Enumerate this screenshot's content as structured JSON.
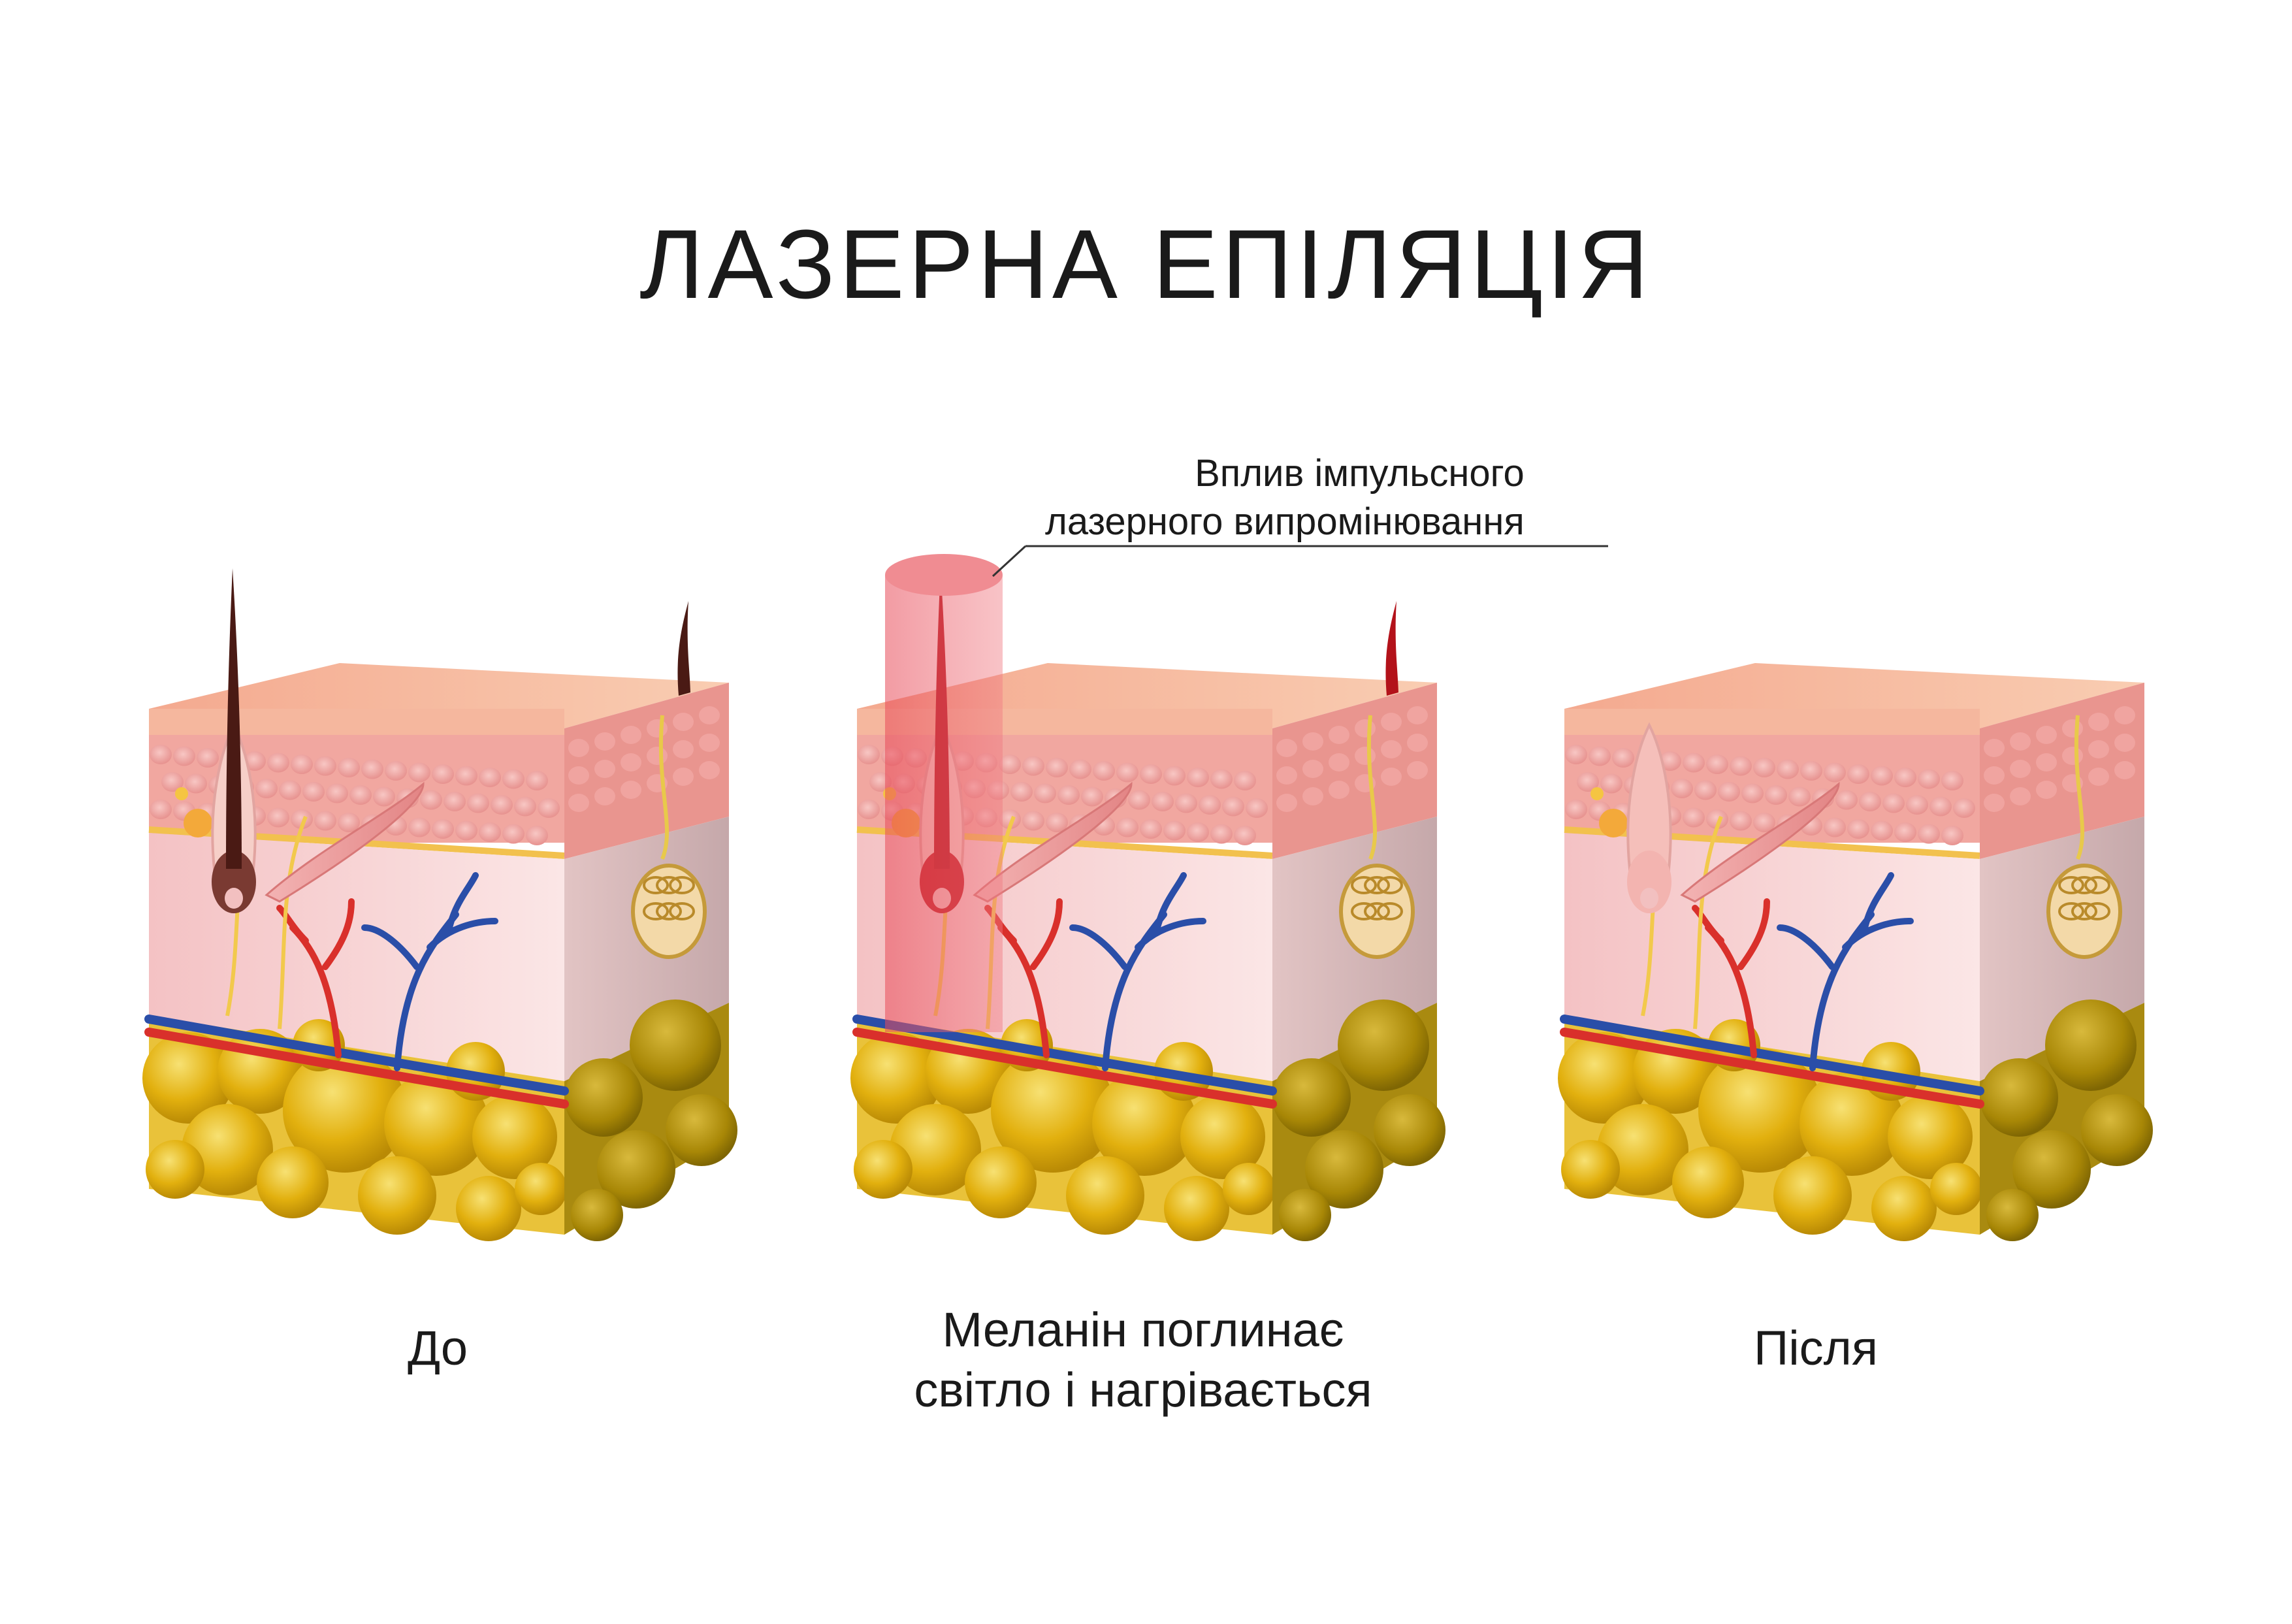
{
  "title": "ЛАЗЕРНА ЕПІЛЯЦІЯ",
  "laser_annotation": [
    "Вплив імпульсного",
    "лазерного випромінювання"
  ],
  "captions": {
    "before": "До",
    "during": [
      "Меланін поглинає",
      "світло і нагрівається"
    ],
    "after": "Після"
  },
  "colors": {
    "epidermis": "#f6b39c",
    "dermis": "#f7d5d5",
    "fat": "#e6b414",
    "artery": "#d9302b",
    "vein": "#2a4ea8",
    "nerve": "#f2c94c",
    "hair_before": "#4a1a14",
    "hair_heated": "#b3121a",
    "hair_after": "#f0a3a3",
    "laser": "#e85a66"
  }
}
